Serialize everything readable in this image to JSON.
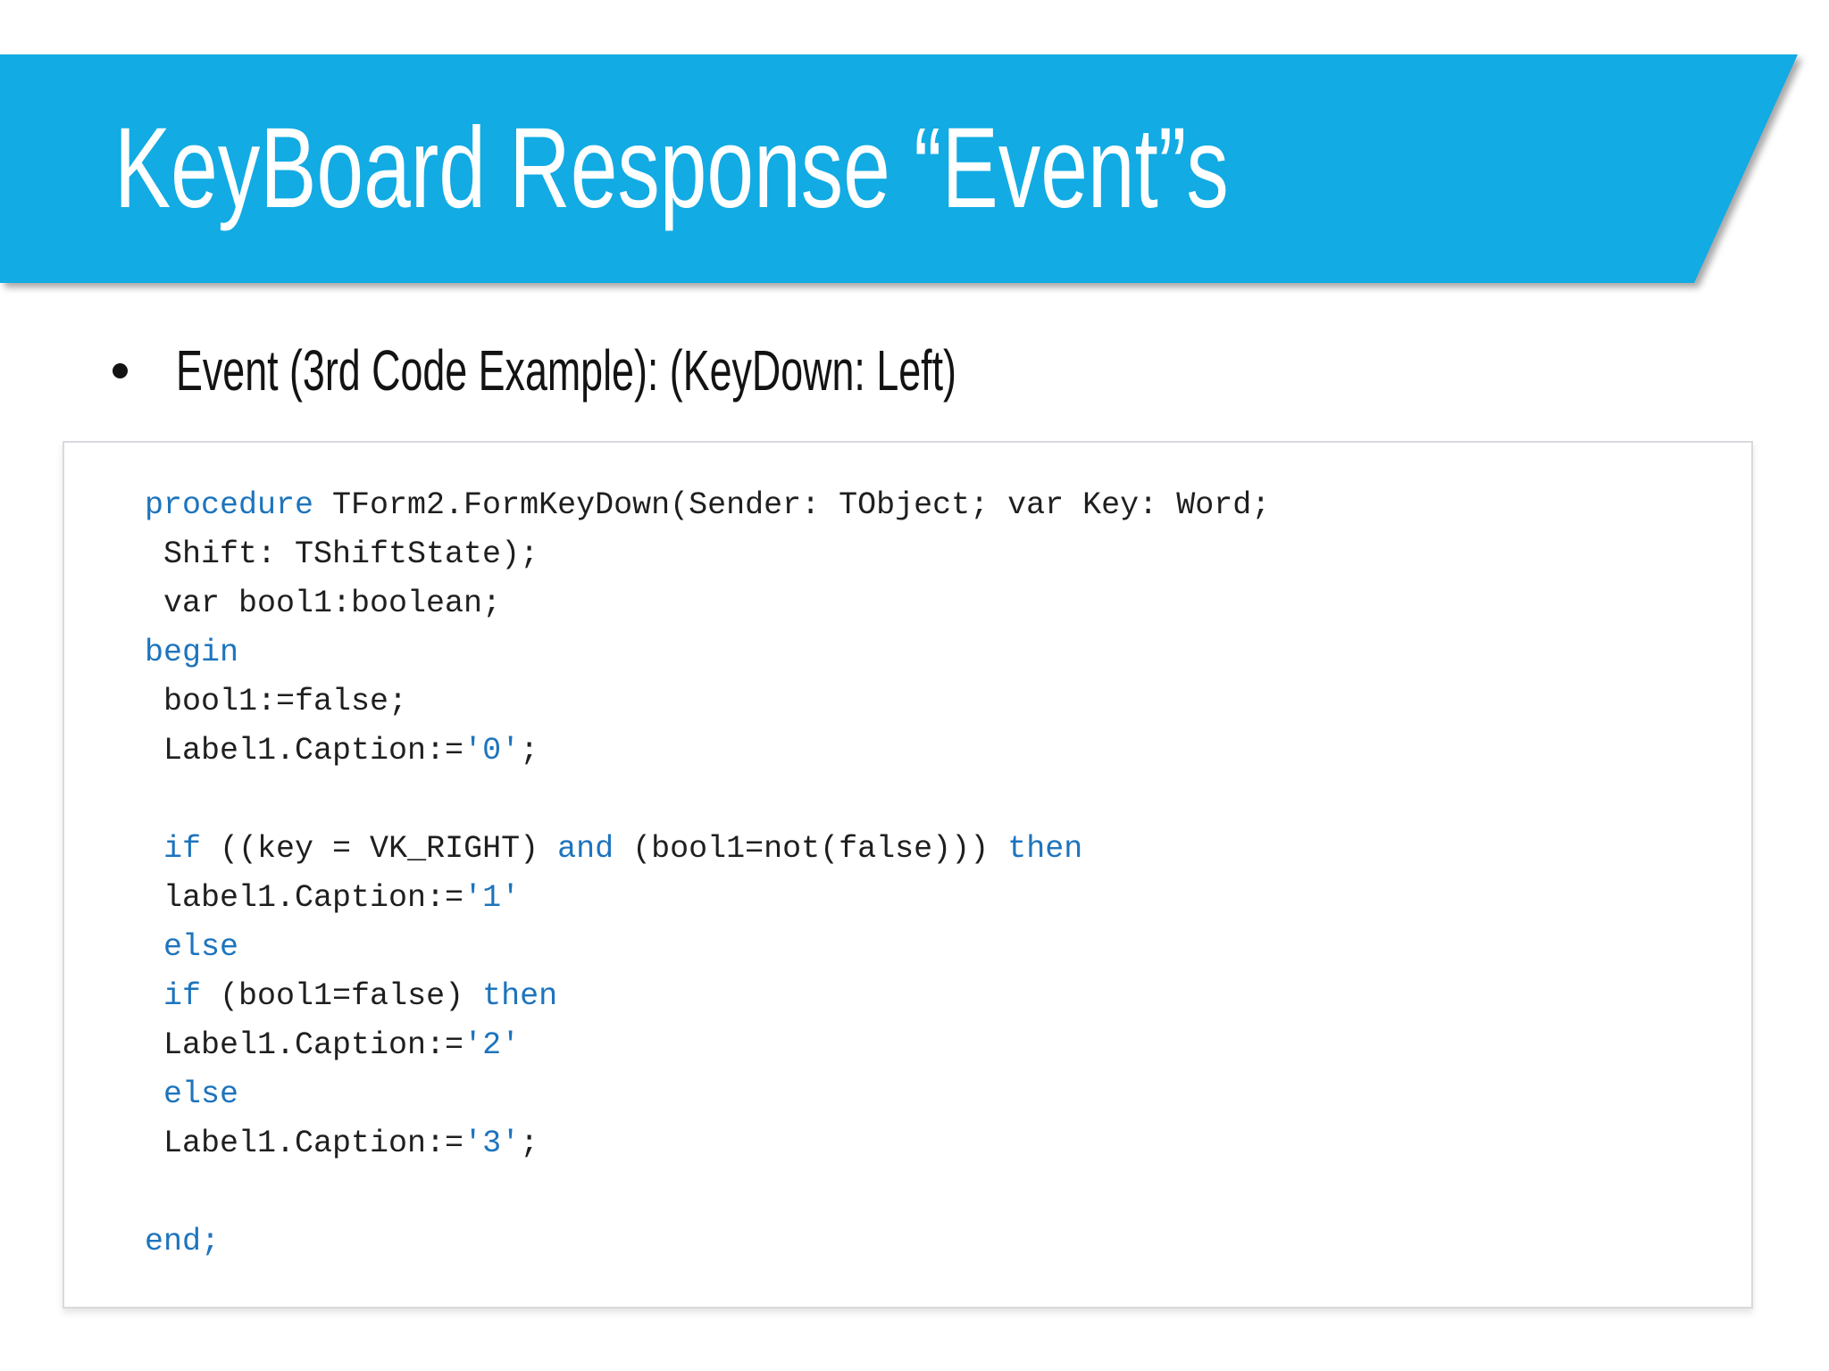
{
  "slide": {
    "title": "KeyBoard Response “Event”s",
    "bullet": "Event (3rd Code Example): (KeyDown: Left)"
  },
  "colors": {
    "banner": "#12abe3",
    "title": "#ffffff",
    "bullet": "#131313",
    "keyword": "#1d74bd",
    "string": "#1d74bd",
    "code": "#1f1f1f",
    "border": "#d9d9de"
  },
  "code": {
    "language": "delphi-pascal",
    "lines": [
      {
        "segments": [
          {
            "c": "kw",
            "t": "procedure"
          },
          {
            "c": "plain",
            "t": " TForm2.FormKeyDown(Sender: TObject; var Key: Word;"
          }
        ]
      },
      {
        "segments": [
          {
            "c": "plain",
            "t": " Shift: TShiftState);"
          }
        ]
      },
      {
        "segments": [
          {
            "c": "plain",
            "t": " var bool1:boolean;"
          }
        ]
      },
      {
        "segments": [
          {
            "c": "kw",
            "t": "begin"
          }
        ]
      },
      {
        "segments": [
          {
            "c": "plain",
            "t": " bool1:=false;"
          }
        ]
      },
      {
        "segments": [
          {
            "c": "plain",
            "t": " Label1.Caption:="
          },
          {
            "c": "str",
            "t": "'0'"
          },
          {
            "c": "plain",
            "t": ";"
          }
        ]
      },
      {
        "segments": []
      },
      {
        "segments": [
          {
            "c": "plain",
            "t": " "
          },
          {
            "c": "kw",
            "t": "if"
          },
          {
            "c": "plain",
            "t": " ((key = VK_RIGHT) "
          },
          {
            "c": "kw",
            "t": "and"
          },
          {
            "c": "plain",
            "t": " (bool1=not(false))) "
          },
          {
            "c": "kw",
            "t": "then"
          }
        ]
      },
      {
        "segments": [
          {
            "c": "plain",
            "t": " label1.Caption:="
          },
          {
            "c": "str",
            "t": "'1'"
          }
        ]
      },
      {
        "segments": [
          {
            "c": "plain",
            "t": " "
          },
          {
            "c": "kw",
            "t": "else"
          }
        ]
      },
      {
        "segments": [
          {
            "c": "plain",
            "t": " "
          },
          {
            "c": "kw",
            "t": "if"
          },
          {
            "c": "plain",
            "t": " (bool1=false) "
          },
          {
            "c": "kw",
            "t": "then"
          }
        ]
      },
      {
        "segments": [
          {
            "c": "plain",
            "t": " Label1.Caption:="
          },
          {
            "c": "str",
            "t": "'2'"
          }
        ]
      },
      {
        "segments": [
          {
            "c": "plain",
            "t": " "
          },
          {
            "c": "kw",
            "t": "else"
          }
        ]
      },
      {
        "segments": [
          {
            "c": "plain",
            "t": " Label1.Caption:="
          },
          {
            "c": "str",
            "t": "'3'"
          },
          {
            "c": "plain",
            "t": ";"
          }
        ]
      },
      {
        "segments": []
      },
      {
        "segments": [
          {
            "c": "kw",
            "t": "end;"
          }
        ]
      }
    ]
  }
}
